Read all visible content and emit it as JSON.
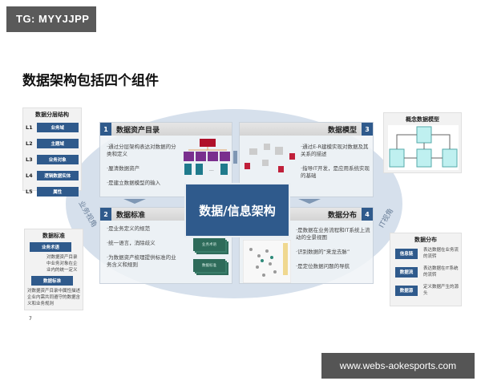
{
  "badge": {
    "text": "TG: MYYJJPP"
  },
  "title": "数据架构包括四个组件",
  "watermark": "www.webs-aokesports.com",
  "center": {
    "label": "数据/信息架构"
  },
  "perspectives": {
    "left": "业务视角",
    "right": "IT视角"
  },
  "panels": [
    {
      "num": "1",
      "title": "数据资产目录",
      "bullets": [
        "·通过分层架构表达对数据的分类和定义",
        "·厘清数据资产",
        "·是建立数据模型的输入"
      ]
    },
    {
      "num": "2",
      "title": "数据标准",
      "bullets": [
        "·是业务定义的规范",
        "·统一语言，消除歧义",
        "·为数据资产梳理提供标准的业务含义和规则"
      ],
      "stacks": [
        "业务术语",
        "数据标准"
      ]
    },
    {
      "num": "3",
      "title": "数据模型",
      "bullets": [
        "·通过E-R建模实现对数据及其关系的描述",
        "·指导IT开发，是应用系统实现的基础"
      ]
    },
    {
      "num": "4",
      "title": "数据分布",
      "bullets": [
        "·是数据在业务流程和IT系统上流动的全景视图",
        "·识别数据的“来龙去脉”",
        "·是定位数据问题的导航"
      ]
    }
  ],
  "layers": {
    "title": "数据分层结构",
    "items": [
      {
        "level": "L1",
        "label": "业务域"
      },
      {
        "level": "L2",
        "label": "主题域"
      },
      {
        "level": "L3",
        "label": "业务对象"
      },
      {
        "level": "L4",
        "label": "逻辑数据实体"
      },
      {
        "level": "L5",
        "label": "属性"
      }
    ]
  },
  "standards": {
    "title": "数据标准",
    "term_tag": "业务术语",
    "term_desc": "对数据资产目录中业务对象在企业内的统一定义",
    "std_tag": "数据标准",
    "std_desc": "对数据资产目录中属性描述企业内需共同遵守的数据含义和业务规则"
  },
  "concept_model": {
    "title": "概念数据模型"
  },
  "distribution": {
    "title": "数据分布",
    "items": [
      {
        "tag": "信息链",
        "desc": "表达数据在业务流的流转"
      },
      {
        "tag": "数据流",
        "desc": "表达数据在IT系统的流转"
      },
      {
        "tag": "数据源",
        "desc": "定义数据产生的源头"
      }
    ]
  },
  "page_number": "7",
  "colors": {
    "primary_blue": "#2f5a8c",
    "ellipse": "#d6e0ec",
    "green": "#2e6b5a",
    "purple": "#7a2f8e",
    "red": "#b0102a",
    "teal": "#1f7a8c"
  }
}
